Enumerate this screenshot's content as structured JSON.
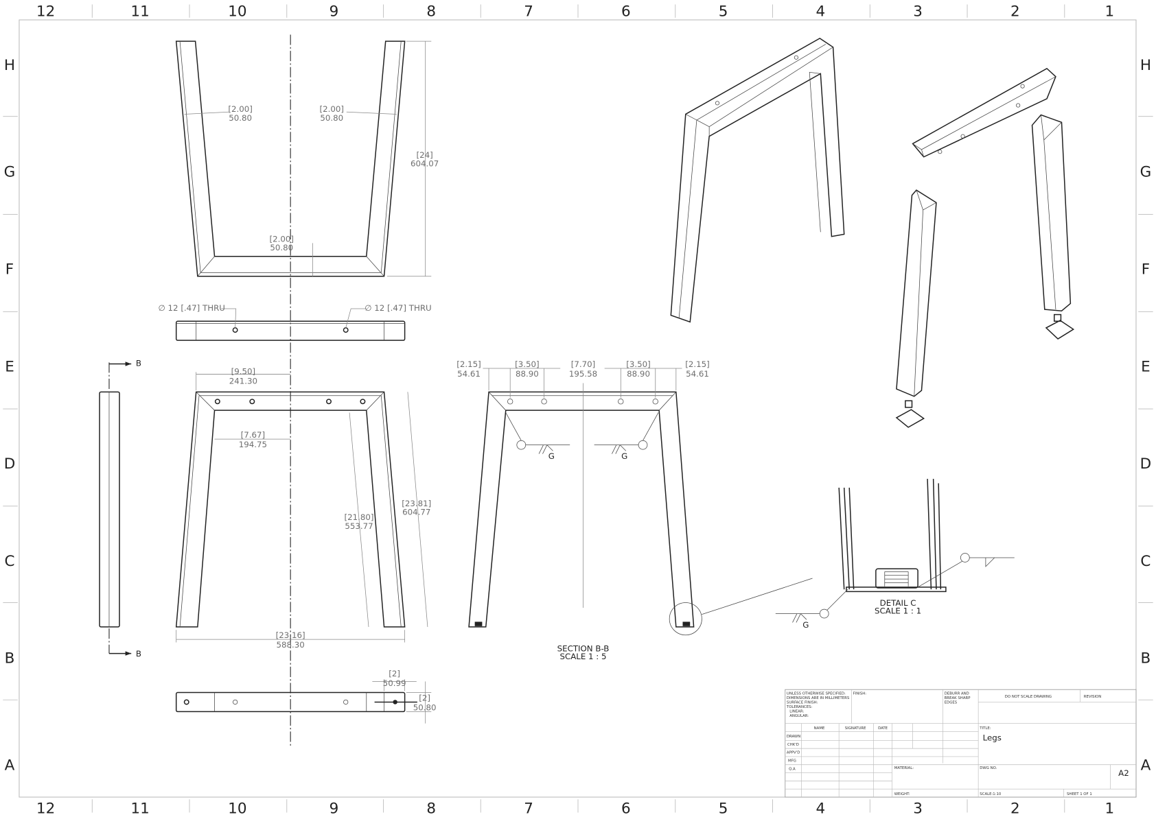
{
  "border": {
    "columns": [
      "12",
      "11",
      "10",
      "9",
      "8",
      "7",
      "6",
      "5",
      "4",
      "3",
      "2",
      "1"
    ],
    "rows": [
      "H",
      "G",
      "F",
      "E",
      "D",
      "C",
      "B",
      "A"
    ]
  },
  "front_view": {
    "leg_width_left": {
      "inch": "[2.00]",
      "mm": "50.80"
    },
    "leg_width_right": {
      "inch": "[2.00]",
      "mm": "50.80"
    },
    "height": {
      "inch": "[24]",
      "mm": "604.07"
    },
    "bottom_width": {
      "inch": "[2.00]",
      "mm": "50.80"
    }
  },
  "top_view": {
    "hole_left": "∅ 12 [.47] THRU",
    "hole_right": "∅ 12 [.47] THRU"
  },
  "lower_front_view": {
    "half_width": {
      "inch": "[9.50]",
      "mm": "241.30"
    },
    "inner_half": {
      "inch": "[7.67]",
      "mm": "194.75"
    },
    "inner_leg": {
      "inch": "[21.80]",
      "mm": "553.77"
    },
    "outer_leg": {
      "inch": "[23.81]",
      "mm": "604.77"
    },
    "overall_width": {
      "inch": "[23.16]",
      "mm": "588.30"
    }
  },
  "bottom_view": {
    "pad_width": {
      "inch": "[2]",
      "mm": "50.99"
    },
    "pad_height": {
      "inch": "[2]",
      "mm": "50.80"
    }
  },
  "section_marker": "B",
  "section": {
    "title": "SECTION B-B",
    "scale": "SCALE 1 : 5",
    "dims": [
      {
        "inch": "[2.15]",
        "mm": "54.61"
      },
      {
        "inch": "[3.50]",
        "mm": "88.90"
      },
      {
        "inch": "[7.70]",
        "mm": "195.58"
      },
      {
        "inch": "[3.50]",
        "mm": "88.90"
      },
      {
        "inch": "[2.15]",
        "mm": "54.61"
      }
    ],
    "weld_symbol": "G"
  },
  "detail": {
    "title": "DETAIL C",
    "scale": "SCALE 1 : 1",
    "weld_symbol": "G"
  },
  "title_block": {
    "notes": [
      "UNLESS OTHERWISE SPECIFIED:",
      "DIMENSIONS ARE IN MILLIMETERS",
      "SURFACE FINISH:",
      "TOLERANCES:",
      "LINEAR:",
      "ANGULAR:"
    ],
    "finish": "FINISH:",
    "deburr": [
      "DEBURR AND",
      "BREAK SHARP",
      "EDGES"
    ],
    "do_not_scale": "DO NOT SCALE DRAWING",
    "revision": "REVISION",
    "headers": [
      "NAME",
      "SIGNATURE",
      "DATE"
    ],
    "roles": [
      "DRAWN",
      "CHK'D",
      "APPV'D",
      "MFG",
      "Q.A"
    ],
    "title_label": "TITLE:",
    "title": "Legs",
    "material": "MATERIAL:",
    "dwg_no": "DWG NO.",
    "size": "A2",
    "weight": "WEIGHT:",
    "scale": "SCALE:1:10",
    "sheet": "SHEET 1 OF 1"
  }
}
